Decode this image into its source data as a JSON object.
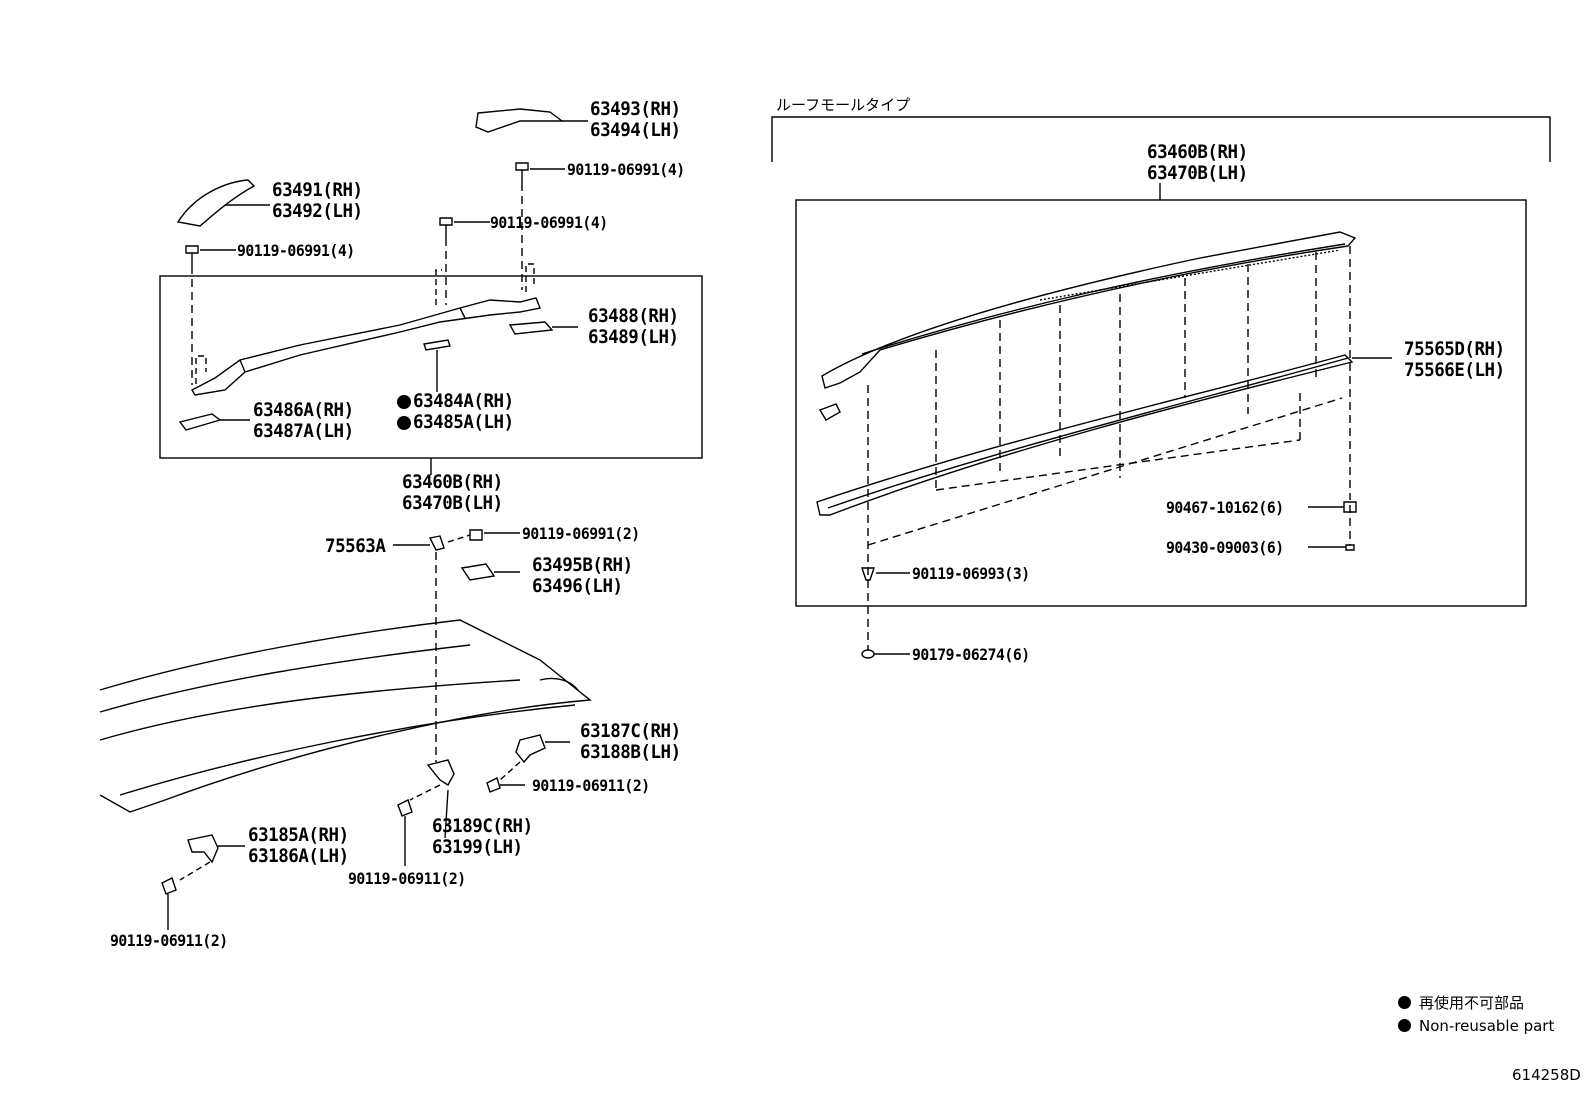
{
  "variant_label": "ルーフモールタイプ",
  "parts": {
    "p63493": "63493(RH)",
    "p63494": "63494(LH)",
    "bolt_top_a": "90119-06991(4)",
    "p63491": "63491(RH)",
    "p63492": "63492(LH)",
    "bolt_top_b": "90119-06991(4)",
    "bolt_top_c": "90119-06991(4)",
    "p63488": "63488(RH)",
    "p63489": "63489(LH)",
    "p63484a": "63484A(RH)",
    "p63485a": "63485A(LH)",
    "p63486a": "63486A(RH)",
    "p63487a": "63487A(LH)",
    "p63460b_left": "63460B(RH)",
    "p63470b_left": "63470B(LH)",
    "p75563a": "75563A",
    "bolt_75563": "90119-06991(2)",
    "p63495b": "63495B(RH)",
    "p63496": "63496(LH)",
    "p63187c": "63187C(RH)",
    "p63188b": "63188B(LH)",
    "bolt_63187": "90119-06911(2)",
    "p63189c": "63189C(RH)",
    "p63199": "63199(LH)",
    "bolt_63189": "90119-06911(2)",
    "p63185a": "63185A(RH)",
    "p63186a": "63186A(LH)",
    "bolt_63185": "90119-06911(2)",
    "p63460b_right": "63460B(RH)",
    "p63470b_right": "63470B(LH)",
    "p75565d": "75565D(RH)",
    "p75566e": "75566E(LH)",
    "p90467": "90467-10162(6)",
    "p90430": "90430-09003(6)",
    "p90119_06993": "90119-06993(3)",
    "p90179": "90179-06274(6)"
  },
  "legend": {
    "non_reusable_jp": "再使用不可部品",
    "non_reusable_en": "Non-reusable part"
  },
  "reference_code": "614258D"
}
